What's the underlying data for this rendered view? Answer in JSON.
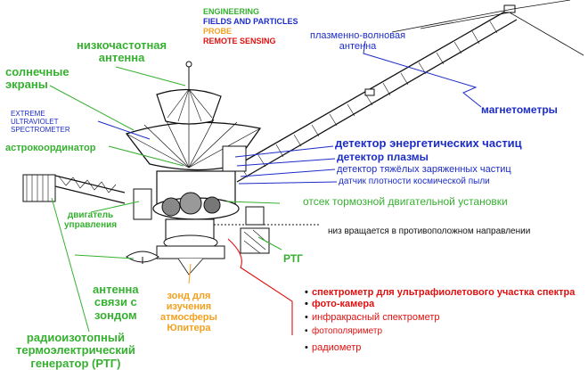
{
  "legend": {
    "items": [
      {
        "label": "ENGINEERING",
        "color": "#36b030"
      },
      {
        "label": "FIELDS AND PARTICLES",
        "color": "#1c2cc8"
      },
      {
        "label": "PROBE",
        "color": "#f2a020"
      },
      {
        "label": "REMOTE SENSING",
        "color": "#e01010"
      }
    ]
  },
  "labels": {
    "low_gain_antenna": "низкочастотная\nантенна",
    "sun_shields": "солнечные\nэкраны",
    "euv_spectrometer": "EXTREME\nULTRAVIOLET\nSPECTROMETER",
    "star_scanner": "астрокоординатор",
    "thrusters": "двигатель\nуправления",
    "probe_relay_antenna": "антенна\nсвязи с\nзондом",
    "rtg_long": "радиоизотопный\nтермоэлектрический\nгенератор (РТГ)",
    "probe": "зонд для\nизучения\nатмосферы\nЮпитера",
    "rtg_short": "РТГ",
    "plasma_wave_antenna": "плазменно-волновая\nантенна",
    "magnetometers": "магнетометры",
    "energetic_particles": "детектор энергетических частиц",
    "plasma_detector": "детектор плазмы",
    "heavy_ion_detector": "детектор тяжёлых заряженных частиц",
    "dust_detector": "датчик плотности космической пыли",
    "retro_propulsion": "отсек тормозной двигательной установки",
    "despun_note": "низ вращается в противоположном направлении"
  },
  "remote_sensing": [
    {
      "label": "спектрометр для ультрафиолетового участка спектра",
      "bold": true
    },
    {
      "label": "фото-камера",
      "bold": true
    },
    {
      "label": "инфракрасный спектрометр",
      "bold": false
    },
    {
      "label": "фотополяриметр",
      "bold": false
    },
    {
      "label": "радиометр",
      "bold": false
    }
  ],
  "colors": {
    "engineering": "#36b030",
    "fields_particles": "#1c2cc8",
    "probe": "#f2a020",
    "remote_sensing": "#e01010"
  }
}
